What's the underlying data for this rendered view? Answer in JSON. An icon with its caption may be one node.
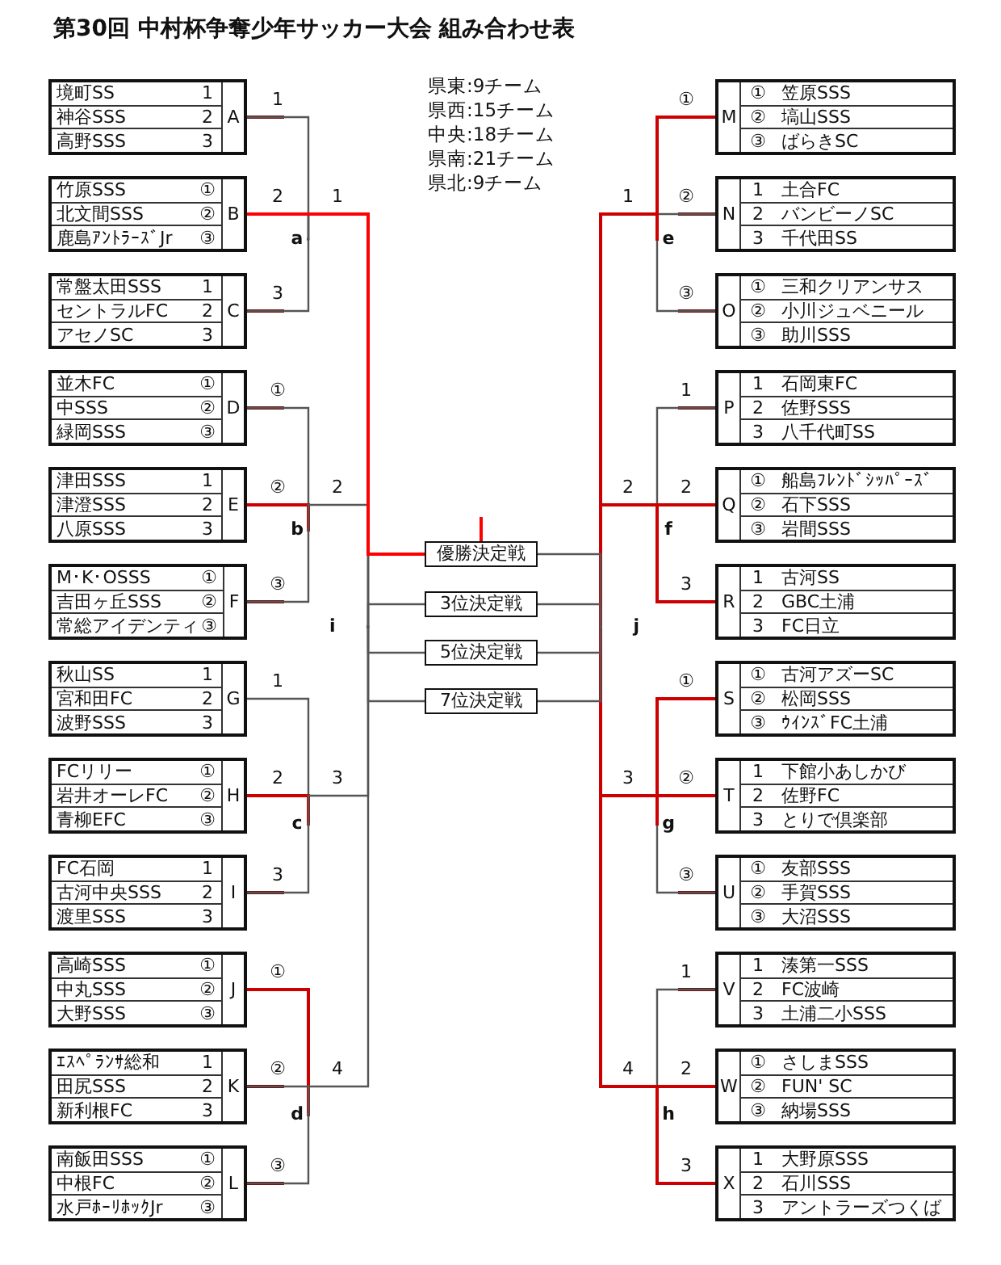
{
  "diagram": {
    "title": "第30回 中村杯争奪少年サッカー大会 組み合わせ表",
    "nodes": [
      {
        "text": [
          "A",
          "境町SS",
          "1",
          "神谷SSS",
          "2",
          "高野SSS",
          "3"
        ]
      },
      {
        "text": [
          "B",
          "竹原SSS",
          "①",
          "北文間SSS",
          "②",
          "鹿島ｱﾝﾄﾗｰｽﾞJr",
          "③"
        ]
      },
      {
        "text": [
          "C",
          "常盤太田SSS",
          "1",
          "セントラルFC",
          "2",
          "アセノSC",
          "3"
        ]
      },
      {
        "text": [
          "D",
          "並木FC",
          "①",
          "中SSS",
          "②",
          "緑岡SSS",
          "③"
        ]
      },
      {
        "text": [
          "E",
          "津田SSS",
          "1",
          "津澄SSS",
          "2",
          "八原SSS",
          "3"
        ]
      },
      {
        "text": [
          "F",
          "M･K･OSSS",
          "①",
          "吉田ヶ丘SSS",
          "②",
          "常総アイデンティ",
          "③"
        ]
      },
      {
        "text": [
          "G",
          "秋山SS",
          "1",
          "宮和田FC",
          "2",
          "波野SSS",
          "3"
        ]
      },
      {
        "text": [
          "H",
          "FCリリー",
          "①",
          "岩井オーレFC",
          "②",
          "青柳EFC",
          "③"
        ]
      },
      {
        "text": [
          "I",
          "FC石岡",
          "1",
          "古河中央SSS",
          "2",
          "渡里SSS",
          "3"
        ]
      },
      {
        "text": [
          "J",
          "高崎SSS",
          "①",
          "中丸SSS",
          "②",
          "大野SSS",
          "③"
        ]
      },
      {
        "text": [
          "K",
          "ｴｽﾍﾟﾗﾝｻ総和",
          "1",
          "田尻SSS",
          "2",
          "新利根FC",
          "3"
        ]
      },
      {
        "text": [
          "L",
          "南飯田SSS",
          "①",
          "中根FC",
          "②",
          "水戸ﾎｰﾘﾎｯｸJr",
          "③"
        ]
      },
      {
        "text": [
          "M",
          "①",
          "笠原SSS",
          "②",
          "塙山SSS",
          "③",
          "ばらきSC"
        ]
      },
      {
        "text": [
          "N",
          "1",
          "土合FC",
          "2",
          "バンビーノSC",
          "3",
          "千代田SS"
        ]
      },
      {
        "text": [
          "O",
          "①",
          "三和クリアンサス",
          "②",
          "小川ジュベニール",
          "③",
          "助川SSS"
        ]
      },
      {
        "text": [
          "P",
          "1",
          "石岡東FC",
          "2",
          "佐野SSS",
          "3",
          "八千代町SS"
        ]
      },
      {
        "text": [
          "Q",
          "①",
          "船島ﾌﾚﾝﾄﾞｼｯﾊﾟｰｽﾞ",
          "②",
          "石下SSS",
          "③",
          "岩間SSS"
        ]
      },
      {
        "text": [
          "R",
          "1",
          "古河SS",
          "2",
          "GBC土浦",
          "3",
          "FC日立"
        ]
      },
      {
        "text": [
          "S",
          "①",
          "古河アズーSC",
          "②",
          "松岡SSS",
          "③",
          "ｳｲﾝｽﾞFC土浦"
        ]
      },
      {
        "text": [
          "T",
          "1",
          "下館小あしかび",
          "2",
          "佐野FC",
          "3",
          "とりで倶楽部"
        ]
      },
      {
        "text": [
          "U",
          "①",
          "友部SSS",
          "②",
          "手賀SSS",
          "③",
          "大沼SSS"
        ]
      },
      {
        "text": [
          "V",
          "1",
          "湊第一SSS",
          "2",
          "FC波崎",
          "3",
          "土浦二小SSS"
        ]
      },
      {
        "text": [
          "W",
          "①",
          "さしまSSS",
          "②",
          "FUN' SC",
          "③",
          "納場SSS"
        ]
      },
      {
        "text": [
          "X",
          "1",
          "大野原SSS",
          "2",
          "石川SSS",
          "3",
          "アントラーズつくば"
        ]
      },
      {
        "text": [
          "a"
        ]
      },
      {
        "text": [
          "b"
        ]
      },
      {
        "text": [
          "c"
        ]
      },
      {
        "text": [
          "d"
        ]
      },
      {
        "text": [
          "e"
        ]
      },
      {
        "text": [
          "f"
        ]
      },
      {
        "text": [
          "g"
        ]
      },
      {
        "text": [
          "h"
        ]
      },
      {
        "text": [
          "i"
        ]
      },
      {
        "text": [
          "j"
        ]
      },
      {
        "text": [
          "優勝決定戦"
        ]
      },
      {
        "text": [
          "3位決定戦"
        ]
      },
      {
        "text": [
          "5位決定戦"
        ]
      },
      {
        "text": [
          "7位決定戦"
        ]
      }
    ],
    "edges": [
      {
        "from": 0,
        "to": 24,
        "arrow": "none",
        "label": "1"
      },
      {
        "from": 1,
        "to": 24,
        "arrow": "none",
        "label": "2"
      },
      {
        "from": 2,
        "to": 24,
        "arrow": "none",
        "label": "3"
      },
      {
        "from": 3,
        "to": 25,
        "arrow": "none",
        "label": "①"
      },
      {
        "from": 4,
        "to": 25,
        "arrow": "none",
        "label": "②",
        "color": "#cc0000"
      },
      {
        "from": 5,
        "to": 25,
        "arrow": "none",
        "label": "③"
      },
      {
        "from": 6,
        "to": 26,
        "arrow": "none",
        "label": "1"
      },
      {
        "from": 7,
        "to": 26,
        "arrow": "none",
        "label": "2",
        "color": "#cc0000"
      },
      {
        "from": 8,
        "to": 26,
        "arrow": "none",
        "label": "3"
      },
      {
        "from": 9,
        "to": 27,
        "arrow": "none",
        "label": "①",
        "color": "#cc0000"
      },
      {
        "from": 10,
        "to": 27,
        "arrow": "none",
        "label": "②"
      },
      {
        "from": 11,
        "to": 27,
        "arrow": "none",
        "label": "③"
      },
      {
        "from": 24,
        "to": 32,
        "arrow": "none",
        "label": "1"
      },
      {
        "from": 25,
        "to": 32,
        "arrow": "none",
        "label": "2"
      },
      {
        "from": 26,
        "to": 32,
        "arrow": "none",
        "label": "3"
      },
      {
        "from": 27,
        "to": 32,
        "arrow": "none",
        "label": "4"
      },
      {
        "from": 12,
        "to": 28,
        "arrow": "none",
        "label": "①",
        "color": "#cc0000"
      },
      {
        "from": 13,
        "to": 28,
        "arrow": "none",
        "label": "②"
      },
      {
        "from": 14,
        "to": 28,
        "arrow": "none",
        "label": "③"
      },
      {
        "from": 15,
        "to": 29,
        "arrow": "none",
        "label": "1"
      },
      {
        "from": 16,
        "to": 29,
        "arrow": "none",
        "label": "2",
        "color": "#cc0000"
      },
      {
        "from": 17,
        "to": 29,
        "arrow": "none",
        "label": "3",
        "color": "#cc0000"
      },
      {
        "from": 18,
        "to": 30,
        "arrow": "none",
        "label": "①",
        "color": "#cc0000"
      },
      {
        "from": 19,
        "to": 30,
        "arrow": "none",
        "label": "②",
        "color": "#cc0000"
      },
      {
        "from": 20,
        "to": 30,
        "arrow": "none",
        "label": "③"
      },
      {
        "from": 21,
        "to": 31,
        "arrow": "none",
        "label": "1"
      },
      {
        "from": 22,
        "to": 31,
        "arrow": "none",
        "label": "2",
        "color": "#cc0000"
      },
      {
        "from": 23,
        "to": 31,
        "arrow": "none",
        "label": "3",
        "color": "#cc0000"
      },
      {
        "from": 28,
        "to": 33,
        "arrow": "none",
        "label": "1",
        "color": "#cc0000"
      },
      {
        "from": 29,
        "to": 33,
        "arrow": "none",
        "label": "2",
        "color": "#cc0000"
      },
      {
        "from": 30,
        "to": 33,
        "arrow": "none",
        "label": "3",
        "color": "#cc0000"
      },
      {
        "from": 31,
        "to": 33,
        "arrow": "none",
        "label": "4",
        "color": "#cc0000"
      },
      {
        "from": 32,
        "to": 34,
        "arrow": "none"
      },
      {
        "from": 32,
        "to": 35,
        "arrow": "none"
      },
      {
        "from": 32,
        "to": 36,
        "arrow": "none"
      },
      {
        "from": 32,
        "to": 37,
        "arrow": "none"
      },
      {
        "from": 33,
        "to": 34,
        "arrow": "none"
      },
      {
        "from": 33,
        "to": 35,
        "arrow": "none"
      },
      {
        "from": 33,
        "to": 36,
        "arrow": "none"
      },
      {
        "from": 33,
        "to": 37,
        "arrow": "none"
      },
      {
        "from": 1,
        "to": 34,
        "arrow": "none",
        "color": "#ff0000"
      }
    ],
    "labels": [
      "県東:9チーム",
      "県西:15チーム",
      "中央:18チーム",
      "県南:21チーム",
      "県北:9チーム"
    ]
  }
}
